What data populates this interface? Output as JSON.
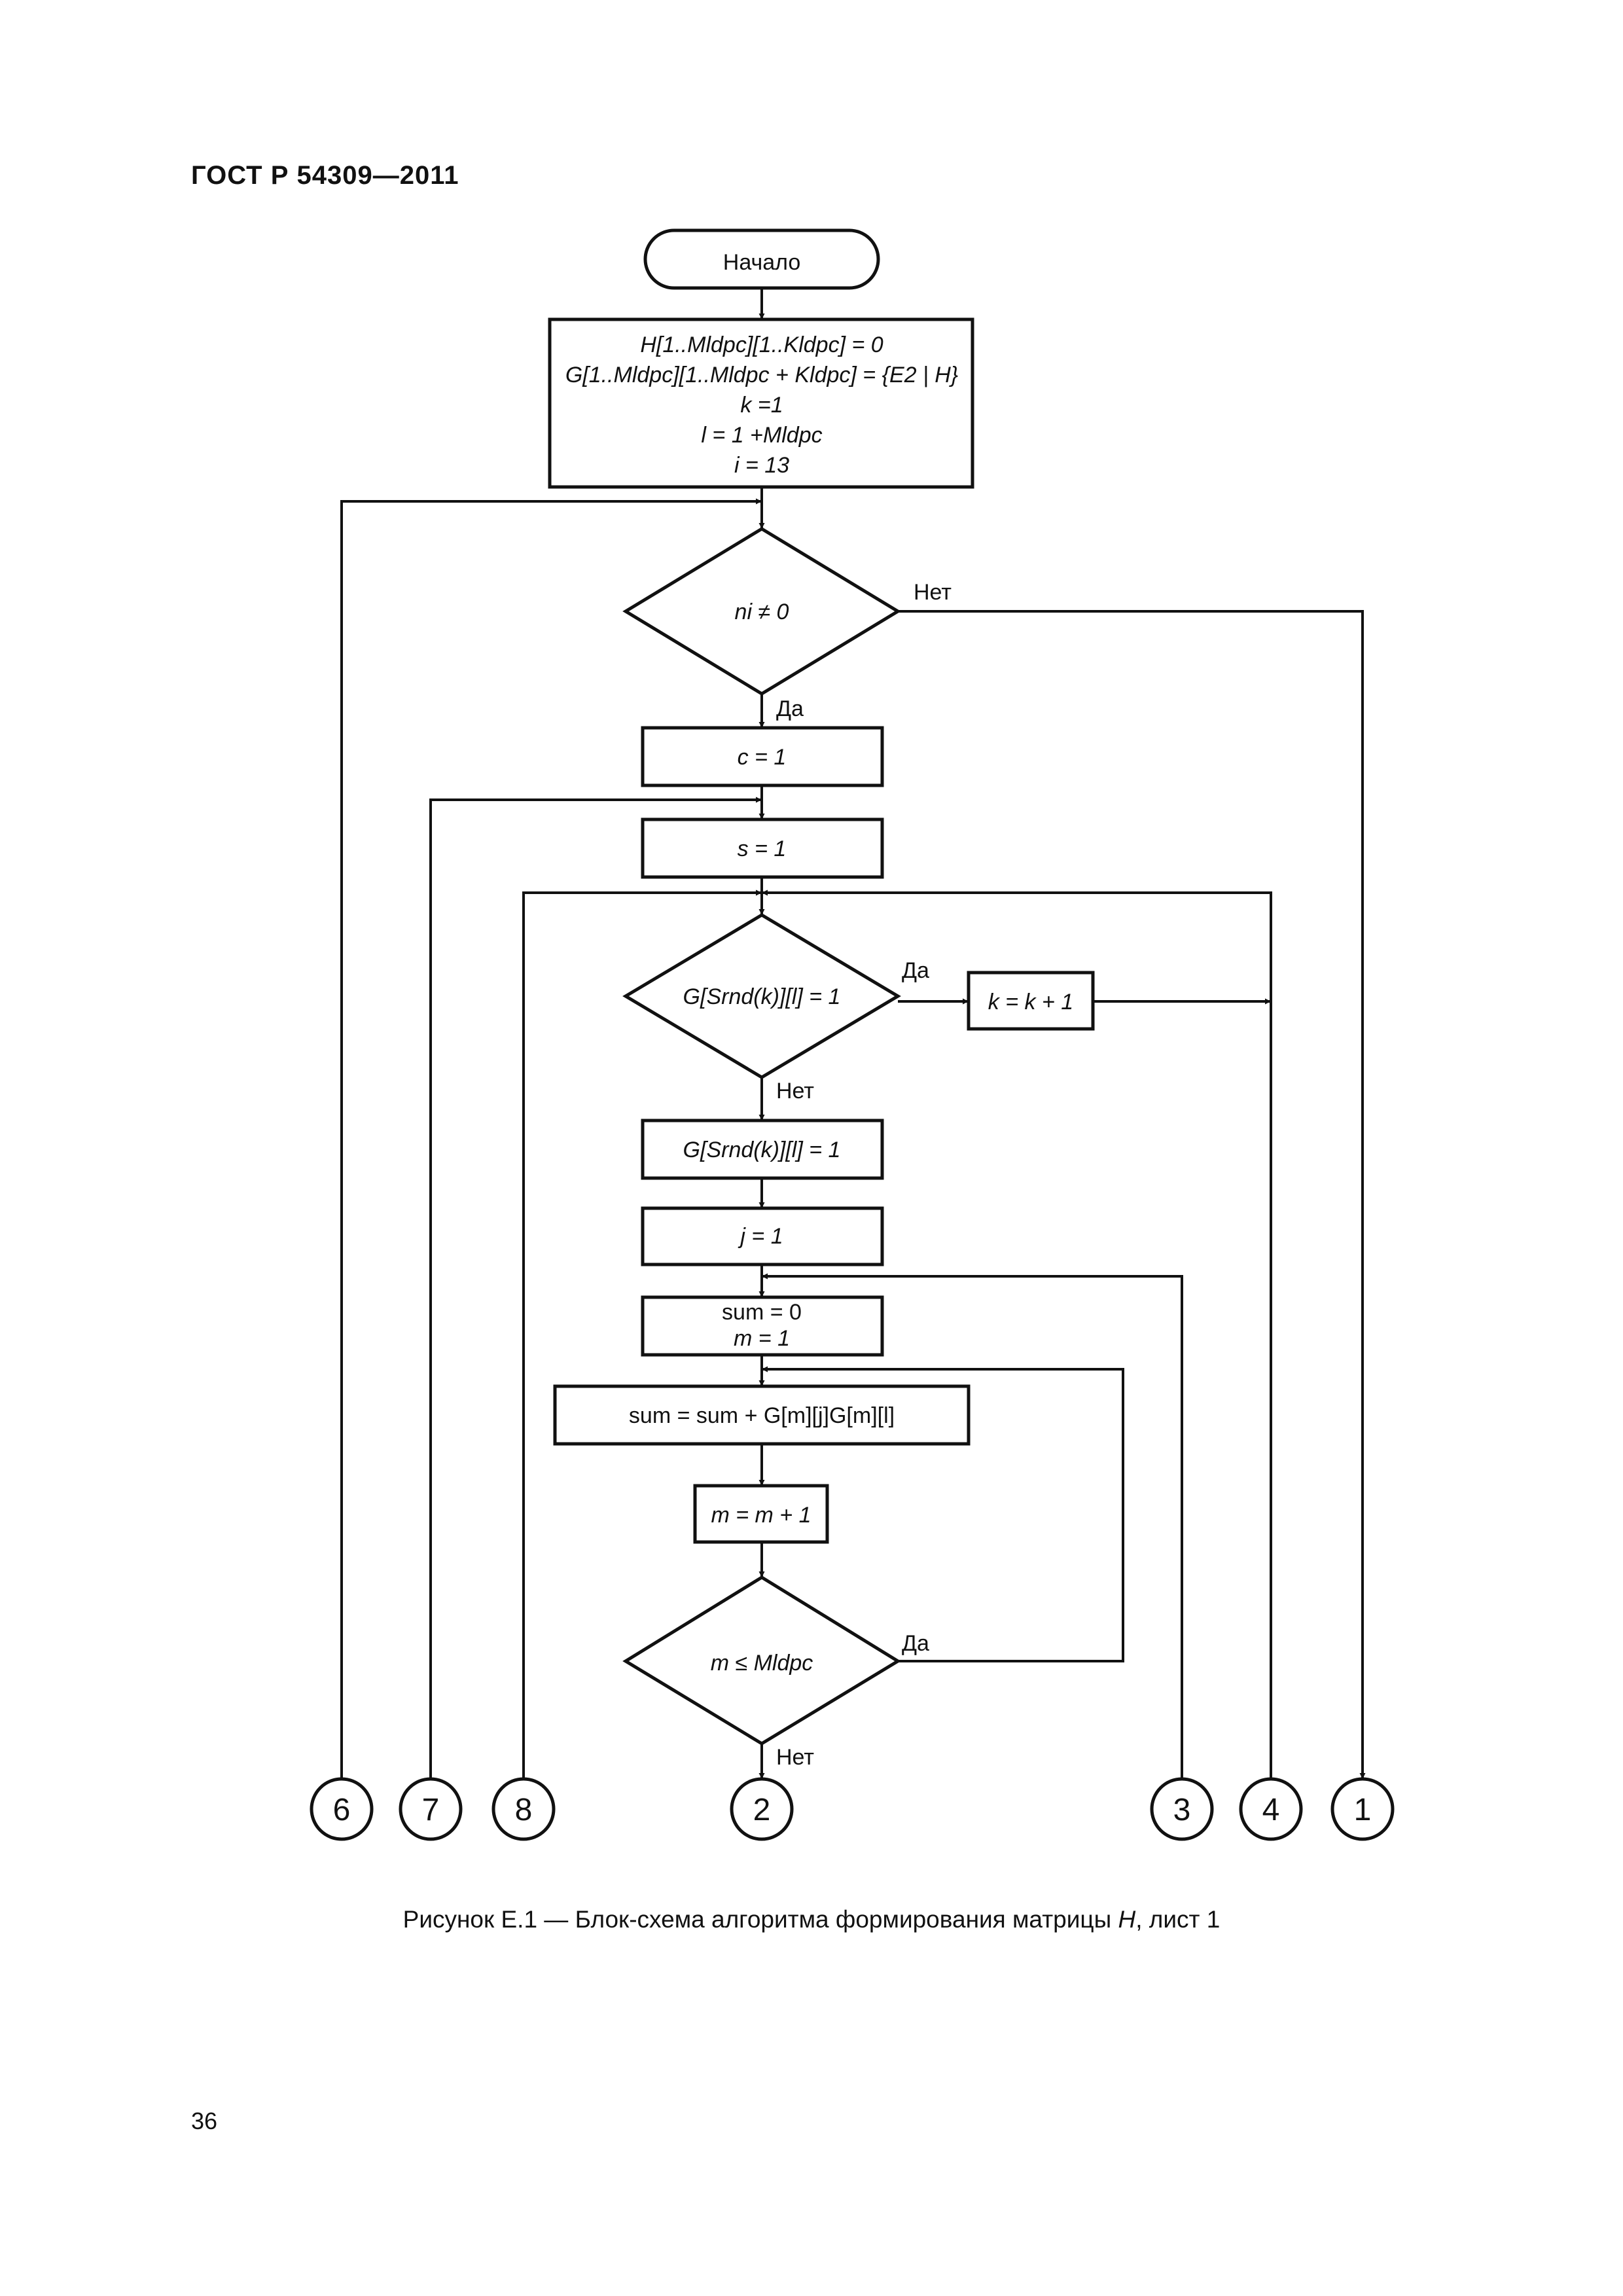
{
  "header": "ГОСТ Р 54309—2011",
  "page_number": "36",
  "caption": {
    "prefix": "Рисунок Е.1 — Блок-схема алгоритма формирования матрицы ",
    "matrix": "H",
    "suffix": ", лист 1"
  },
  "flowchart": {
    "start": "Начало",
    "init": {
      "line1": "H[1..Mldpc][1..Kldpc] = 0",
      "line2": "G[1..Mldpc][1..Mldpc + Kldpc] = {E2 | H}",
      "line3": "k =1",
      "line4": "l = 1 +Mldpc",
      "line5": "i = 13"
    },
    "decision_ni": "ni ≠ 0",
    "decision_ni_no": "Нет",
    "decision_ni_yes": "Да",
    "c_init": "c = 1",
    "s_init": "s = 1",
    "decision_g": "G[Srnd(k)][l] = 1",
    "decision_g_yes": "Да",
    "decision_g_no": "Нет",
    "k_increment": "k = k + 1",
    "set_g": "G[Srnd(k)][l] = 1",
    "j_init": "j = 1",
    "sum_init_1": "sum = 0",
    "sum_init_2": "m = 1",
    "sum_update": "sum = sum + G[m][j]G[m][l]",
    "m_increment": "m = m + 1",
    "decision_m": "m ≤ Mldpc",
    "decision_m_yes": "Да",
    "decision_m_no": "Нет",
    "connectors": [
      "6",
      "7",
      "8",
      "2",
      "3",
      "4",
      "1"
    ]
  }
}
